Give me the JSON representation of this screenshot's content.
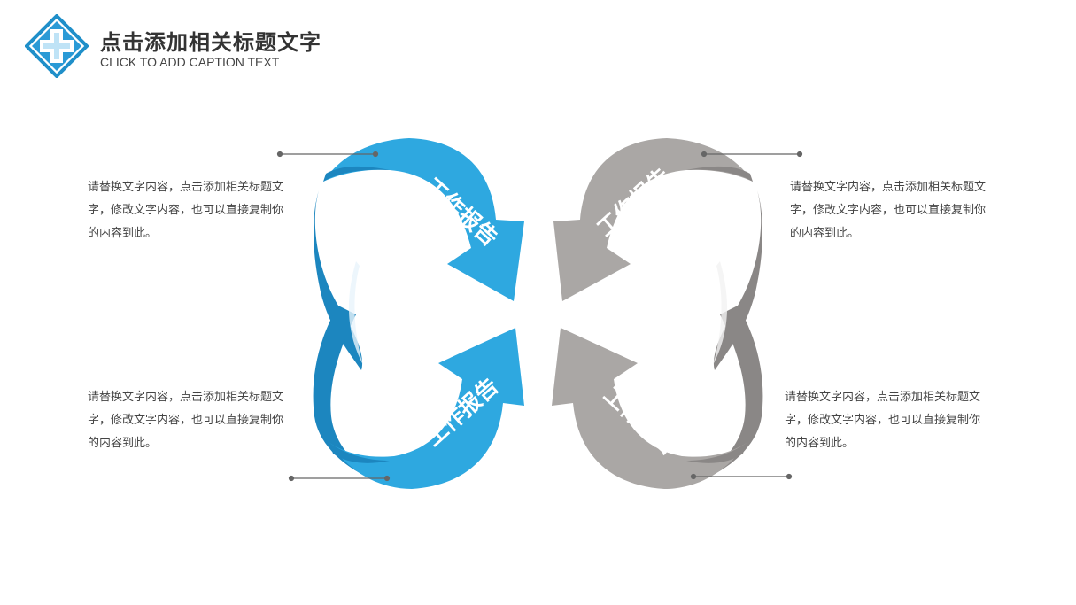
{
  "header": {
    "title": "点击添加相关标题文字",
    "subtitle": "CLICK TO ADD CAPTION TEXT"
  },
  "logo": {
    "icon": "medical-cross-icon",
    "color": "#1f8fc9"
  },
  "colors": {
    "blue_light": "#2ea8e0",
    "blue_dark": "#1c86bf",
    "gray_light": "#aaa7a5",
    "gray_dark": "#8a8786",
    "leader_line": "#666666"
  },
  "arrows": {
    "top_left": {
      "label": "工作报告"
    },
    "bottom_left": {
      "label": "工作报告"
    },
    "top_right": {
      "label": "工作报告"
    },
    "bottom_right": {
      "label": "工作报告"
    }
  },
  "descriptions": {
    "top_left": "请替换文字内容，点击添加相关标题文字，修改文字内容，也可以直接复制你的内容到此。",
    "bottom_left": "请替换文字内容，点击添加相关标题文字，修改文字内容，也可以直接复制你的内容到此。",
    "top_right": "请替换文字内容，点击添加相关标题文字，修改文字内容，也可以直接复制你的内容到此。",
    "bottom_right": "请替换文字内容，点击添加相关标题文字，修改文字内容，也可以直接复制你的内容到此。"
  }
}
